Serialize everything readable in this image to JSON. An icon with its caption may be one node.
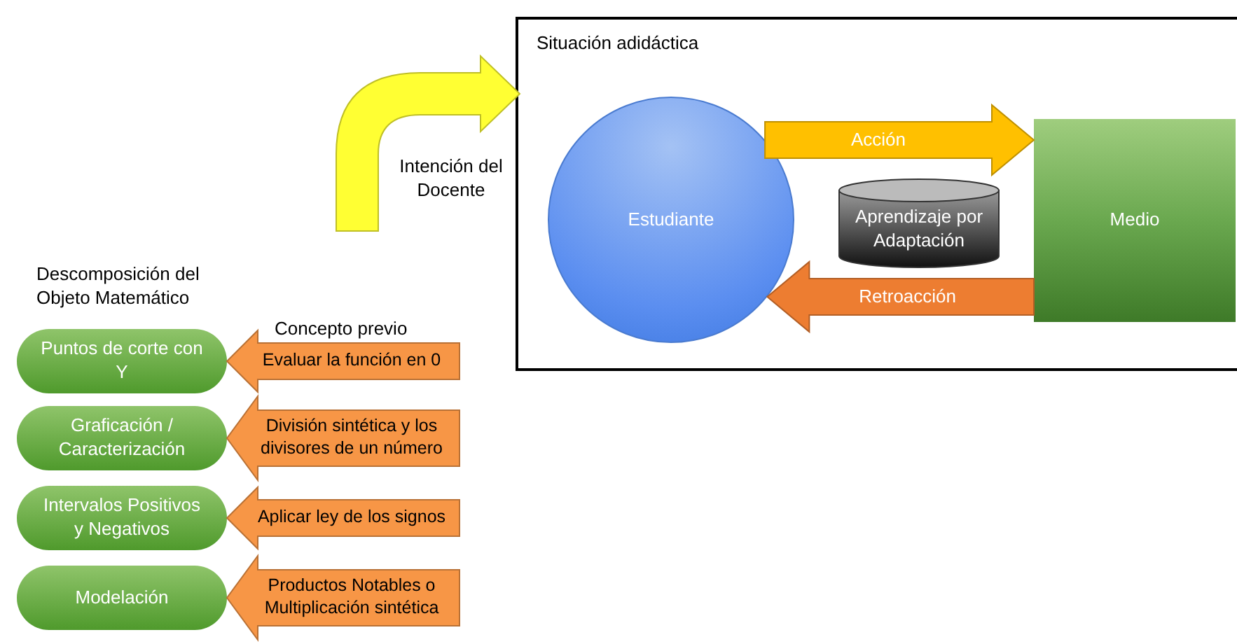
{
  "diagram": {
    "nodes": [
      {
        "text": [
          "Situación adidáctica"
        ]
      },
      {
        "text": [
          "Estudiante"
        ],
        "in": 0
      },
      {
        "text": [
          "Aprendizaje por Adaptación"
        ],
        "in": 0
      },
      {
        "text": [
          "Medio"
        ],
        "in": 0
      },
      {
        "text": [
          "Puntos de corte con Y"
        ]
      },
      {
        "text": [
          "Graficación / Caracterización"
        ]
      },
      {
        "text": [
          "Intervalos Positivos y Negativos"
        ]
      },
      {
        "text": [
          "Modelación"
        ]
      }
    ],
    "edges": [
      {
        "from": null,
        "to": 0,
        "arrow": "to",
        "label": "Intención del Docente",
        "color": "#ffff33"
      },
      {
        "from": 1,
        "to": 3,
        "arrow": "to",
        "label": "Acción",
        "color": "#ffc000"
      },
      {
        "from": 3,
        "to": 1,
        "arrow": "to",
        "label": "Retroacción",
        "color": "#ed7d31"
      },
      {
        "from": null,
        "to": 4,
        "arrow": "to",
        "label": "Evaluar la función en 0"
      },
      {
        "from": null,
        "to": 5,
        "arrow": "to",
        "label": "División sintética y los divisores de un número"
      },
      {
        "from": null,
        "to": 6,
        "arrow": "to",
        "label": "Aplicar ley de los signos"
      },
      {
        "from": null,
        "to": 7,
        "arrow": "to",
        "label": "Productos Notables o Multiplicación sintética"
      }
    ],
    "labels": [
      "Descomposición del Objeto Matemático",
      "Concepto previo"
    ]
  }
}
